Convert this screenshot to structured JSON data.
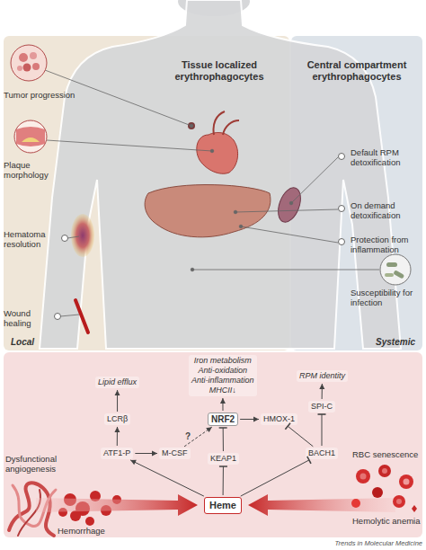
{
  "diagram": {
    "nodes": [
      {
        "text": [
          "Tissue localized erythrophagocytes",
          "Local"
        ]
      },
      {
        "text": [
          "Central compartment erythrophagocytes",
          "Systemic"
        ]
      },
      {
        "text": [
          "Lipid efflux"
        ]
      },
      {
        "text": [
          "Iron metabolism",
          "Anti-oxidation",
          "Anti-inflammation",
          "MHCII↓"
        ]
      },
      {
        "text": [
          "RPM identity"
        ]
      },
      {
        "text": [
          "LCRβ"
        ]
      },
      {
        "text": [
          "NRF2"
        ]
      },
      {
        "text": [
          "SPI-C"
        ]
      },
      {
        "text": [
          "ATF1-P"
        ]
      },
      {
        "text": [
          "M-CSF"
        ]
      },
      {
        "text": [
          "HMOX-1"
        ]
      },
      {
        "text": [
          "KEAP1"
        ]
      },
      {
        "text": [
          "BACH1"
        ]
      },
      {
        "text": [
          "Heme"
        ]
      }
    ],
    "edges": [
      {
        "from": 8,
        "to": 5,
        "arrow": "to"
      },
      {
        "from": 5,
        "to": 2,
        "arrow": "to"
      },
      {
        "from": 8,
        "to": 9,
        "arrow": "to"
      },
      {
        "from": 9,
        "to": 6,
        "arrow": "to",
        "label": "?"
      },
      {
        "from": 6,
        "to": 3,
        "arrow": "to"
      },
      {
        "from": 6,
        "to": 10,
        "arrow": "to"
      },
      {
        "from": 11,
        "to": 6,
        "arrow": "to"
      },
      {
        "from": 13,
        "to": 11,
        "arrow": "to"
      },
      {
        "from": 13,
        "to": 8,
        "arrow": "to"
      },
      {
        "from": 13,
        "to": 12,
        "arrow": "to"
      },
      {
        "from": 12,
        "to": 10,
        "arrow": "to"
      },
      {
        "from": 12,
        "to": 7,
        "arrow": "to"
      },
      {
        "from": 7,
        "to": 4,
        "arrow": "to"
      }
    ],
    "labels": [
      "Tumor progression",
      "Plaque morphology",
      "Hematoma resolution",
      "Wound healing",
      "Default RPM detoxification",
      "On demand detoxification",
      "Protection from inflammation",
      "Susceptibility for infection",
      "Dysfunctional angiogenesis",
      "Hemorrhage",
      "RBC senescence",
      "Hemolytic anemia",
      "Trends in Molecular Medicine"
    ]
  }
}
